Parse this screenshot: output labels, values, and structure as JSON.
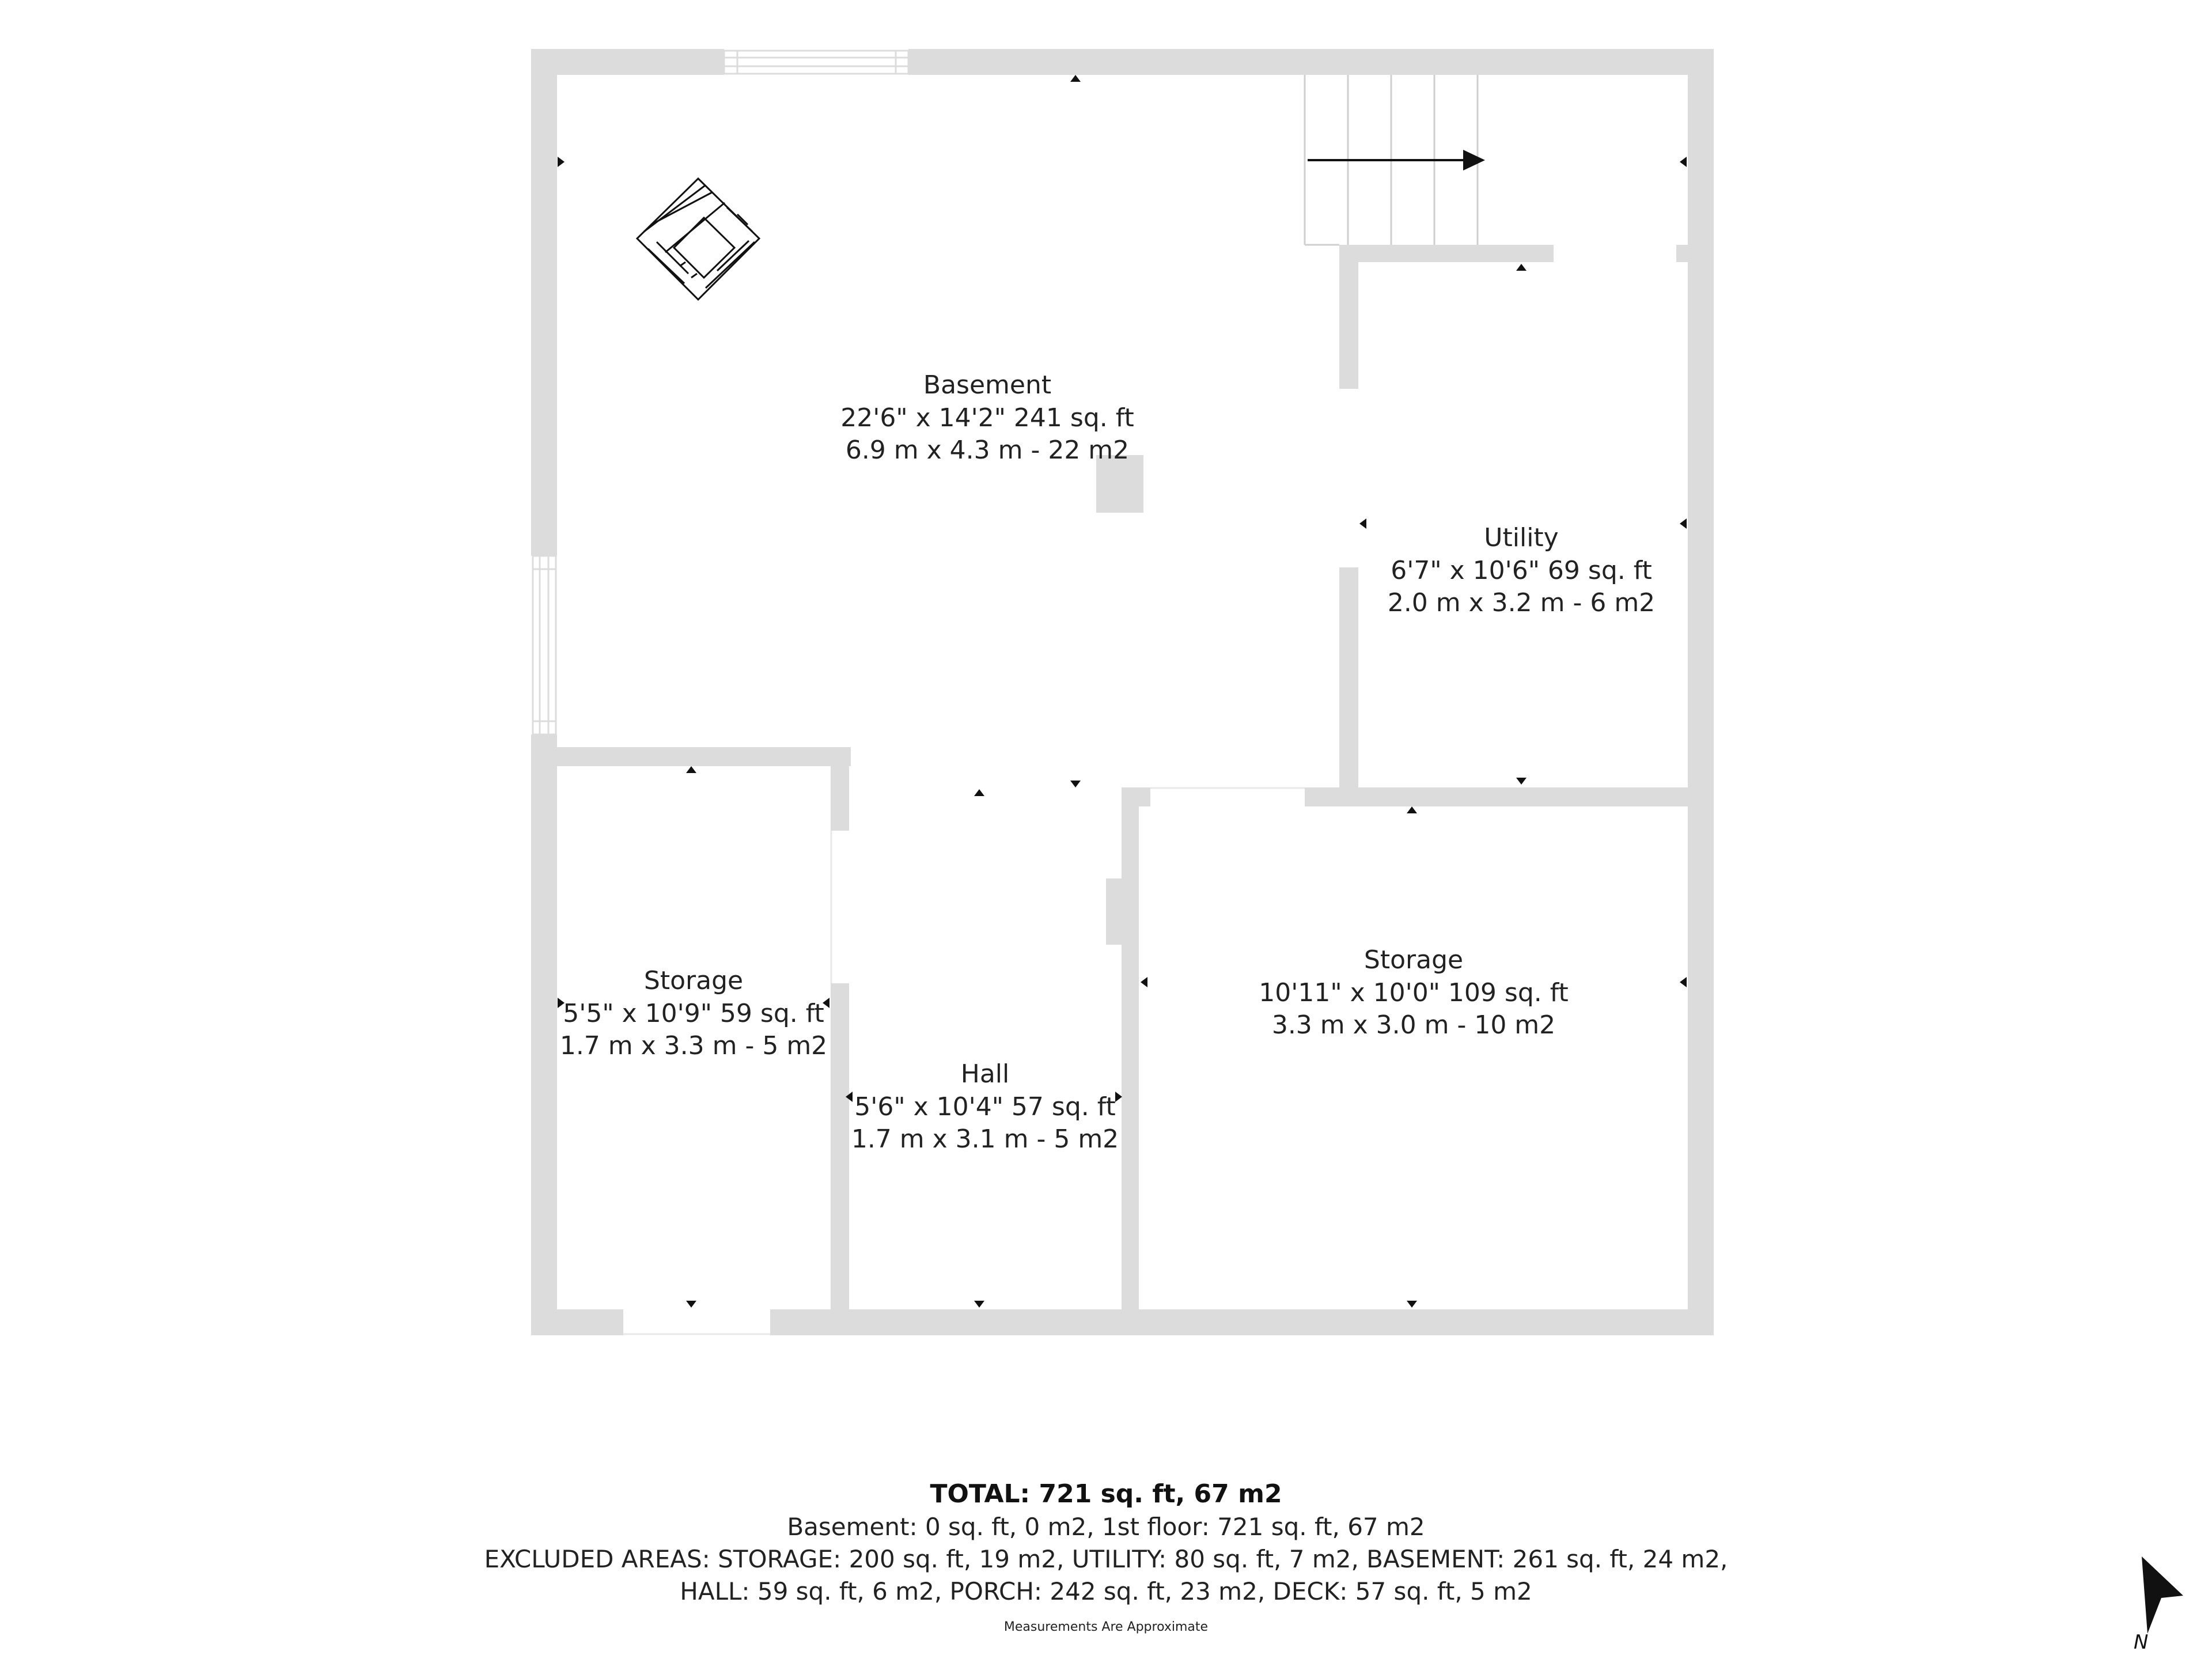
{
  "rooms": {
    "basement": {
      "name": "Basement",
      "imperial": "22'6\" x 14'2\" 241 sq. ft",
      "metric": "6.9 m x 4.3 m - 22 m2"
    },
    "utility": {
      "name": "Utility",
      "imperial": "6'7\" x 10'6\" 69 sq. ft",
      "metric": "2.0 m x 3.2 m - 6 m2"
    },
    "storage_left": {
      "name": "Storage",
      "imperial": "5'5\" x 10'9\" 59 sq. ft",
      "metric": "1.7 m x 3.3 m - 5 m2"
    },
    "hall": {
      "name": "Hall",
      "imperial": "5'6\" x 10'4\" 57 sq. ft",
      "metric": "1.7 m x 3.1 m - 5 m2"
    },
    "storage_right": {
      "name": "Storage",
      "imperial": "10'11\" x 10'0\" 109 sq. ft",
      "metric": "3.3 m x 3.0 m - 10 m2"
    }
  },
  "summary": {
    "total": "TOTAL: 721 sq. ft, 67 m2",
    "line1": "Basement: 0 sq. ft, 0 m2, 1st floor: 721 sq. ft, 67 m2",
    "line2": "EXCLUDED AREAS: STORAGE: 200 sq. ft, 19 m2, UTILITY: 80 sq. ft, 7 m2, BASEMENT: 261 sq. ft, 24 m2,",
    "line3": "HALL: 59 sq. ft, 6 m2, PORCH: 242 sq. ft, 23 m2, DECK: 57 sq. ft, 5 m2",
    "note": "Measurements Are Approximate"
  },
  "compass": {
    "label": "N"
  },
  "colors": {
    "wall": "#dcdcdc",
    "ink": "#111111",
    "text": "#222222",
    "background": "#ffffff"
  }
}
